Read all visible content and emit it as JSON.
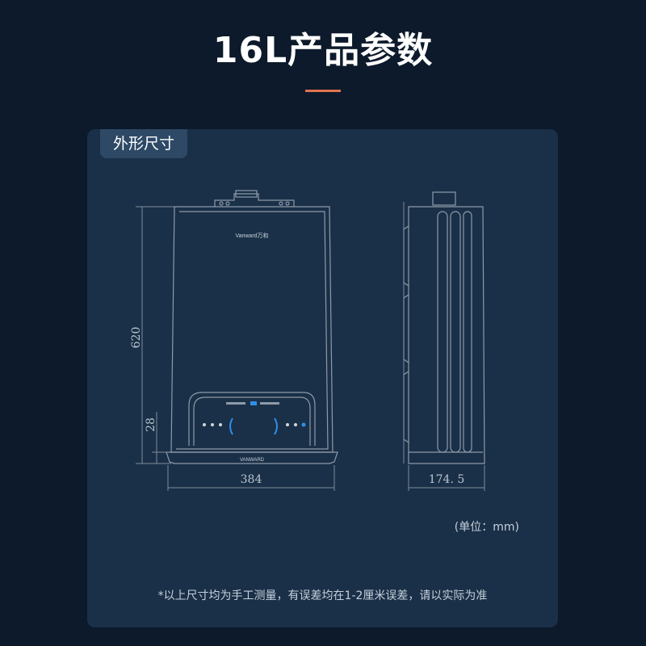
{
  "page": {
    "title": "16L产品参数"
  },
  "colors": {
    "background": "#0c1a2b",
    "card": "#1a3048",
    "tab": "#2d4966",
    "accent": "#e0744e",
    "indicator": "#2f8fe6"
  },
  "section": {
    "tab_label": "外形尺寸"
  },
  "dimensions": {
    "height": "620",
    "bottom_offset": "28",
    "width": "384",
    "depth": "174. 5"
  },
  "device": {
    "brand_top": "Vanward万和",
    "brand_bottom": "VANWARD"
  },
  "unit_note": "(单位：mm)",
  "footnote": "*以上尺寸均为手工测量，有误差均在1-2厘米误差，请以实际为准"
}
